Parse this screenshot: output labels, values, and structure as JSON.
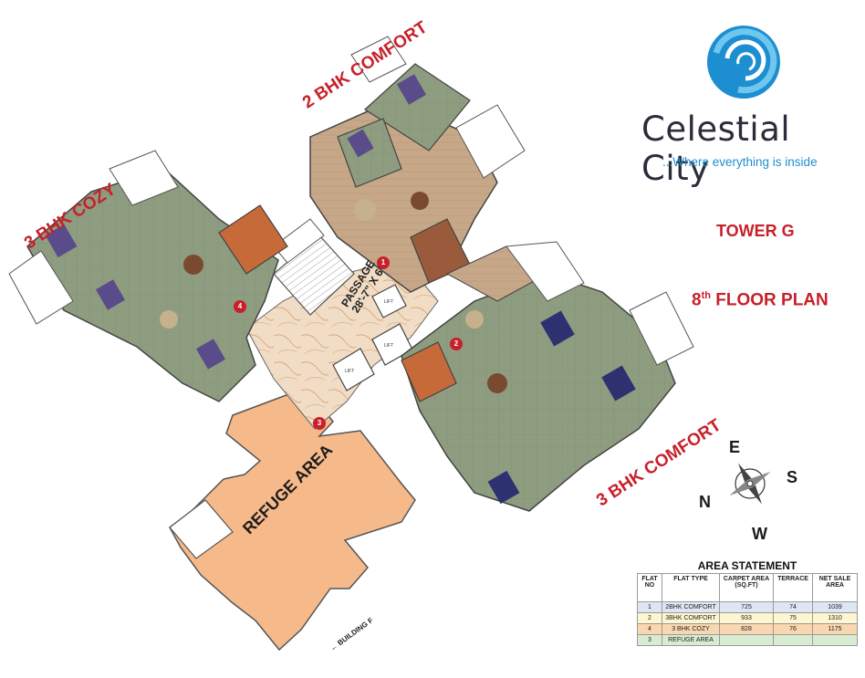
{
  "brand": {
    "name": "Celestial City",
    "tagline": "...Where everything is inside",
    "logo_icon": "swirl-logo-icon"
  },
  "tower": "TOWER G",
  "floor": {
    "number": "8",
    "suffix": "th",
    "text": "FLOOR PLAN"
  },
  "wings": {
    "w1": "2 BHK COMFORT",
    "w2": "3 BHK COZY",
    "w3": "3 BHK COMFORT"
  },
  "core": {
    "passage_line1": "PASSAGE",
    "passage_line2": "28'-7\" X 6'",
    "refuge": "REFUGE AREA",
    "building": "BUILDING F",
    "lift1": "LIFT",
    "lift2": "LIFT",
    "lift3": "LIFT"
  },
  "markers": [
    "1",
    "2",
    "3",
    "4"
  ],
  "compass": {
    "n": "N",
    "e": "E",
    "s": "S",
    "w": "W",
    "icon": "compass-rose-icon"
  },
  "area_statement": {
    "title": "AREA STATEMENT",
    "headers": [
      "FLAT NO",
      "FLAT TYPE",
      "CARPET AREA (SQ.FT)",
      "TERRACE",
      "NET SALE AREA"
    ],
    "rows": [
      [
        "1",
        "2BHK COMFORT",
        "725",
        "74",
        "1039"
      ],
      [
        "2",
        "3BHK COMFORT",
        "933",
        "75",
        "1310"
      ],
      [
        "4",
        "3 BHK COZY",
        "828",
        "76",
        "1175"
      ],
      [
        "3",
        "REFUGE AREA",
        "",
        "",
        ""
      ]
    ]
  },
  "colors": {
    "accent_red": "#c8202a",
    "tagline_blue": "#1f8fcf",
    "floor_green": "#8a9a7e",
    "refuge_orange": "#f6b98a",
    "passage_marble": "#f0dcc6",
    "wood": "#a0785a"
  }
}
